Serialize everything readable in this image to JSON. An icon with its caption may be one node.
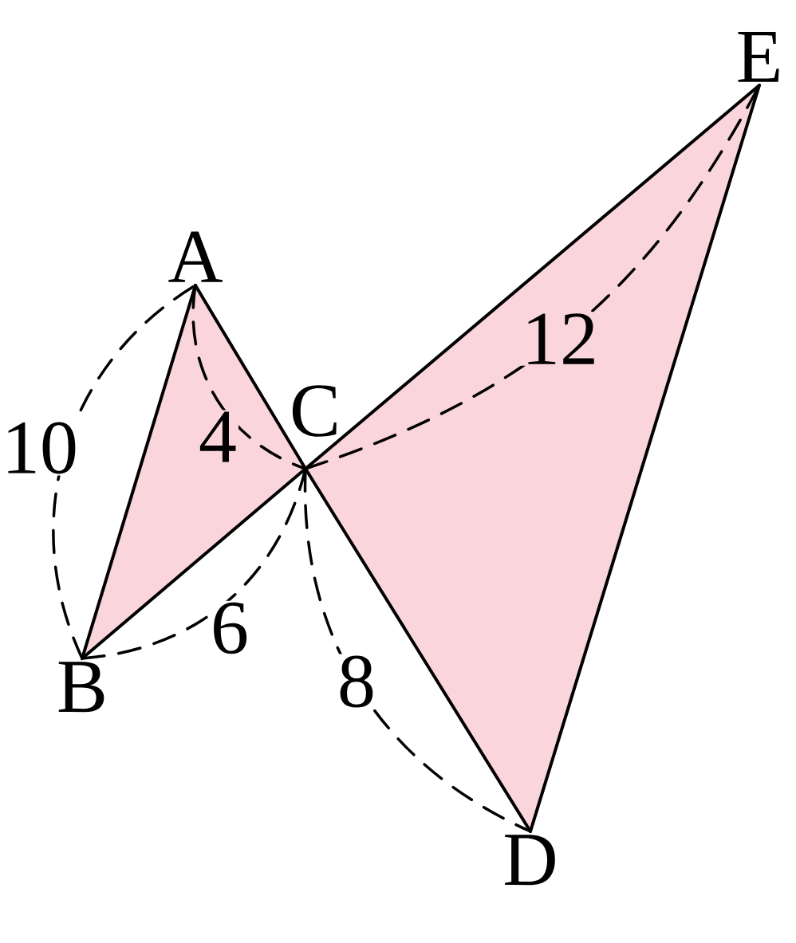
{
  "diagram": {
    "nodes": [
      {
        "text": [
          "A"
        ]
      },
      {
        "text": [
          "B"
        ]
      },
      {
        "text": [
          "C"
        ]
      },
      {
        "text": [
          "D"
        ]
      },
      {
        "text": [
          "E"
        ]
      }
    ],
    "edges": [
      {
        "from": 0,
        "to": 1,
        "arrow": "none"
      },
      {
        "from": 0,
        "to": 2,
        "arrow": "none"
      },
      {
        "from": 1,
        "to": 2,
        "arrow": "none"
      },
      {
        "from": 2,
        "to": 3,
        "arrow": "none"
      },
      {
        "from": 2,
        "to": 4,
        "arrow": "none"
      },
      {
        "from": 3,
        "to": 4,
        "arrow": "none"
      },
      {
        "from": 0,
        "to": 2,
        "arrow": "none",
        "style": "dashed",
        "label": "4"
      },
      {
        "from": 1,
        "to": 0,
        "arrow": "none",
        "style": "dashed",
        "label": "10"
      },
      {
        "from": 1,
        "to": 2,
        "arrow": "none",
        "style": "dashed",
        "label": "6"
      },
      {
        "from": 2,
        "to": 3,
        "arrow": "none",
        "style": "dashed",
        "label": "8"
      },
      {
        "from": 2,
        "to": 4,
        "arrow": "none",
        "style": "dashed",
        "label": "12"
      }
    ]
  }
}
